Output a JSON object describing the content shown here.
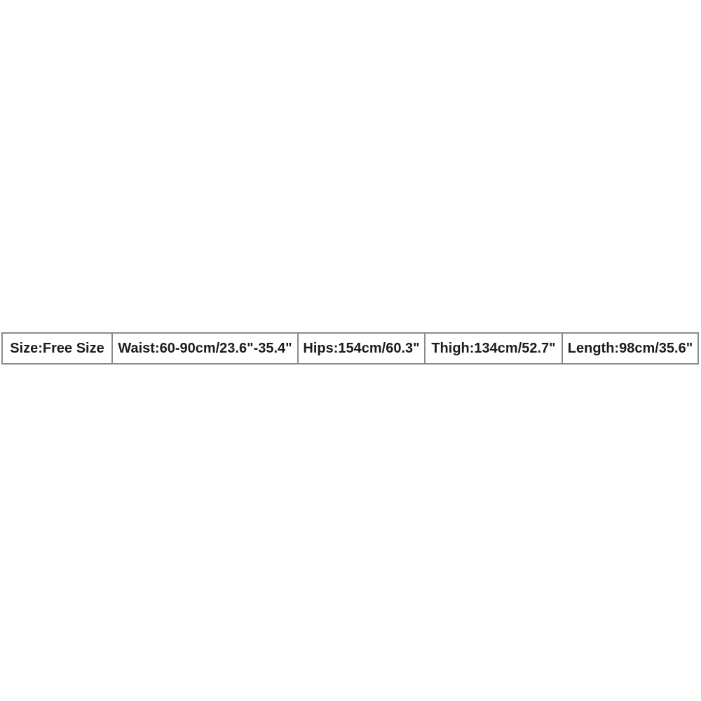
{
  "size_chart": {
    "cells": [
      {
        "label": "Size:Free Size"
      },
      {
        "label": "Waist:60-90cm/23.6\"-35.4\""
      },
      {
        "label": "Hips:154cm/60.3\""
      },
      {
        "label": "Thigh:134cm/52.7\""
      },
      {
        "label": "Length:98cm/35.6\""
      }
    ],
    "border_color": "#8b8b8b",
    "text_color": "#1c1c1c",
    "background_color": "#ffffff"
  }
}
